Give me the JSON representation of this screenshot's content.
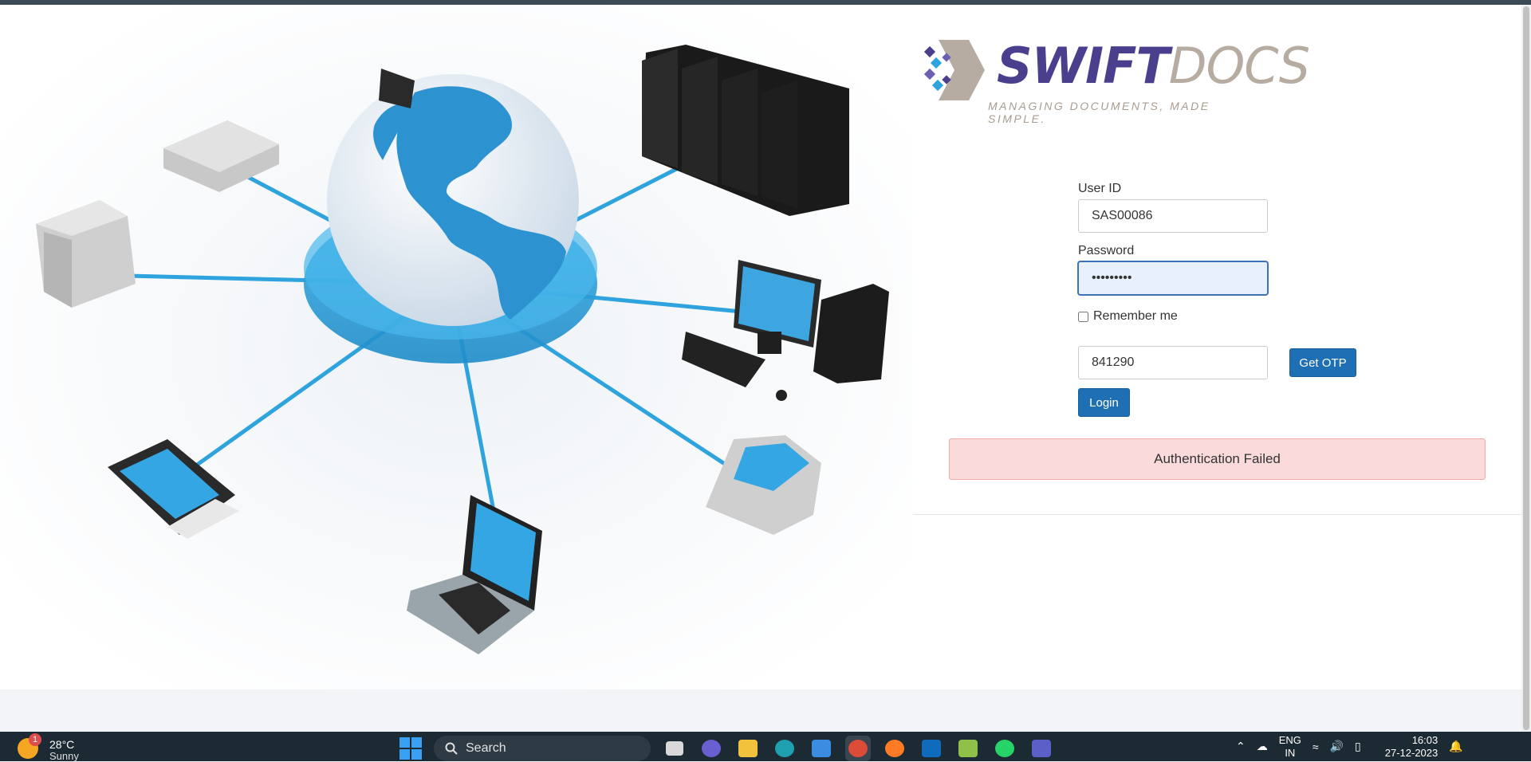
{
  "brand": {
    "name_a": "SWIFT",
    "name_b": "DOCS",
    "tagline": "MANAGING DOCUMENTS, MADE SIMPLE.",
    "color_primary": "#4a3f8c",
    "color_secondary": "#b6aca1"
  },
  "login": {
    "user_label": "User ID",
    "user_value": "SAS00086",
    "password_label": "Password",
    "password_value": "•••••••••",
    "remember_label": "Remember me",
    "remember_checked": false,
    "otp_value": "841290",
    "get_otp_label": "Get OTP",
    "login_label": "Login",
    "alert_text": "Authentication Failed"
  },
  "hero": {
    "icons": [
      "globe-icon",
      "server-rack-icon",
      "desktop-computer-icon",
      "mobile-phone-icon",
      "laptop-icon",
      "tablet-icon",
      "tower-server-icon",
      "router-icon"
    ],
    "accent": "#2fa3dd"
  },
  "taskbar": {
    "weather_badge": "1",
    "temperature": "28°C",
    "condition": "Sunny",
    "search_label": "Search",
    "lang_top": "ENG",
    "lang_bottom": "IN",
    "time": "16:03",
    "date": "27-12-2023"
  }
}
